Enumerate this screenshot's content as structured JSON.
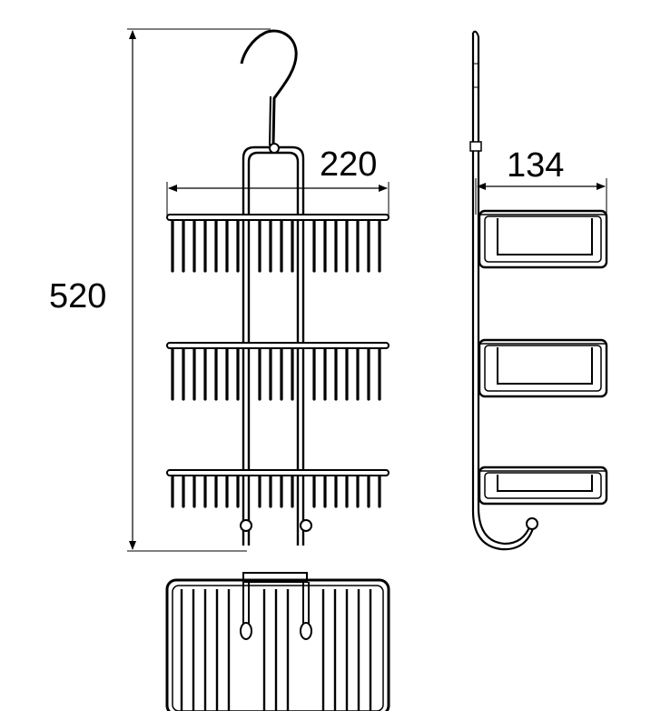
{
  "dimensions": {
    "height_label": "520",
    "width_label": "220",
    "depth_label": "134"
  },
  "colors": {
    "line": "#000000",
    "background": "#ffffff"
  }
}
